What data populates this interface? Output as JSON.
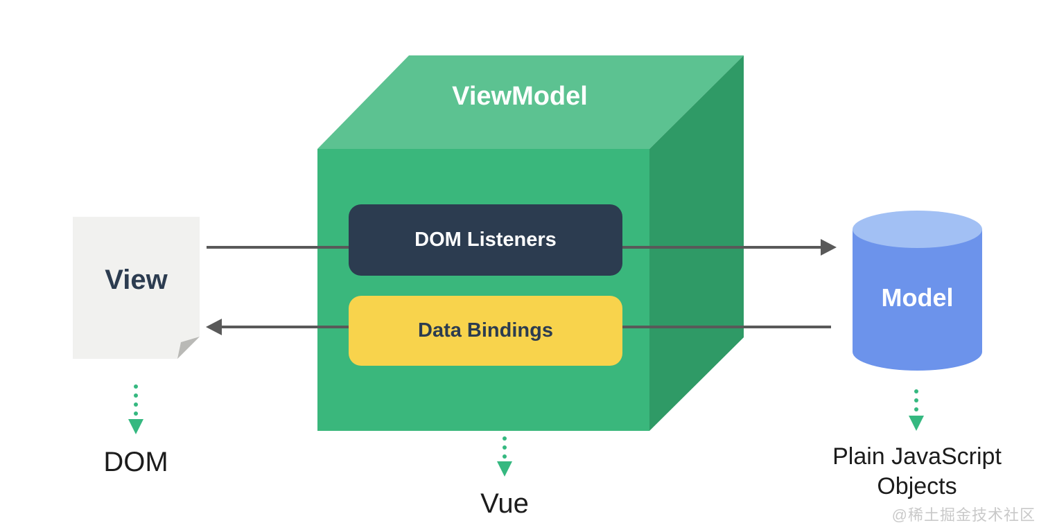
{
  "view": {
    "label": "View",
    "caption": "DOM"
  },
  "viewmodel": {
    "label": "ViewModel",
    "caption": "Vue",
    "boxes": {
      "dom_listeners": "DOM Listeners",
      "data_bindings": "Data Bindings"
    }
  },
  "model": {
    "label": "Model",
    "caption_line1": "Plain JavaScript",
    "caption_line2": "Objects"
  },
  "watermark": "@稀土掘金技术社区",
  "colors": {
    "page": "#f1f1ef",
    "fold": "#b9b9b6",
    "navy": "#2c3c50",
    "yellow": "#f8d34c",
    "cube_top": "#5cc291",
    "cube_front": "#3ab77c",
    "cube_side": "#2f9a66",
    "cyl_body": "#6c93eb",
    "cyl_top": "#a2c0f4",
    "line": "#595959",
    "green": "#35b880",
    "text_dark": "#1c1c1c",
    "watermark": "#c9c9c9"
  }
}
